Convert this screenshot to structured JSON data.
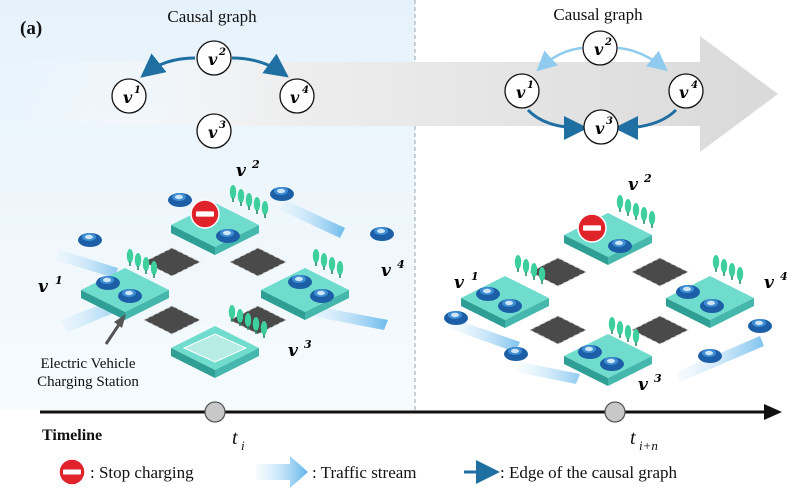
{
  "panel_label": "(a)",
  "left": {
    "graph_title": "Causal graph",
    "nodes": {
      "v1": "v",
      "v2": "v",
      "v3": "v",
      "v4": "v"
    },
    "station_labels": {
      "v1": "v",
      "v2": "v",
      "v3": "v",
      "v4": "v"
    }
  },
  "right": {
    "graph_title": "Causal graph",
    "nodes": {
      "v1": "v",
      "v2": "v",
      "v3": "v",
      "v4": "v"
    },
    "station_labels": {
      "v1": "v",
      "v2": "v",
      "v3": "v",
      "v4": "v"
    }
  },
  "superscripts": {
    "v1": "1",
    "v2": "2",
    "v3": "3",
    "v4": "4"
  },
  "ev_station_label": [
    "Electric Vehicle",
    "Charging Station"
  ],
  "timeline": {
    "label": "Timeline",
    "t_i": "t",
    "t_i_sub": "i",
    "t_in": "t",
    "t_in_sub": "i+n"
  },
  "legend": {
    "stop": ": Stop charging",
    "traffic": ": Traffic stream",
    "edge": ": Edge of the causal graph"
  },
  "colors": {
    "edge_dark": "#1f6fa3",
    "edge_light": "#8fcbee",
    "stop_red": "#e0232a",
    "platform": "#5fd2c4",
    "car": "#1c5fa6",
    "tree": "#3dcf9c"
  }
}
